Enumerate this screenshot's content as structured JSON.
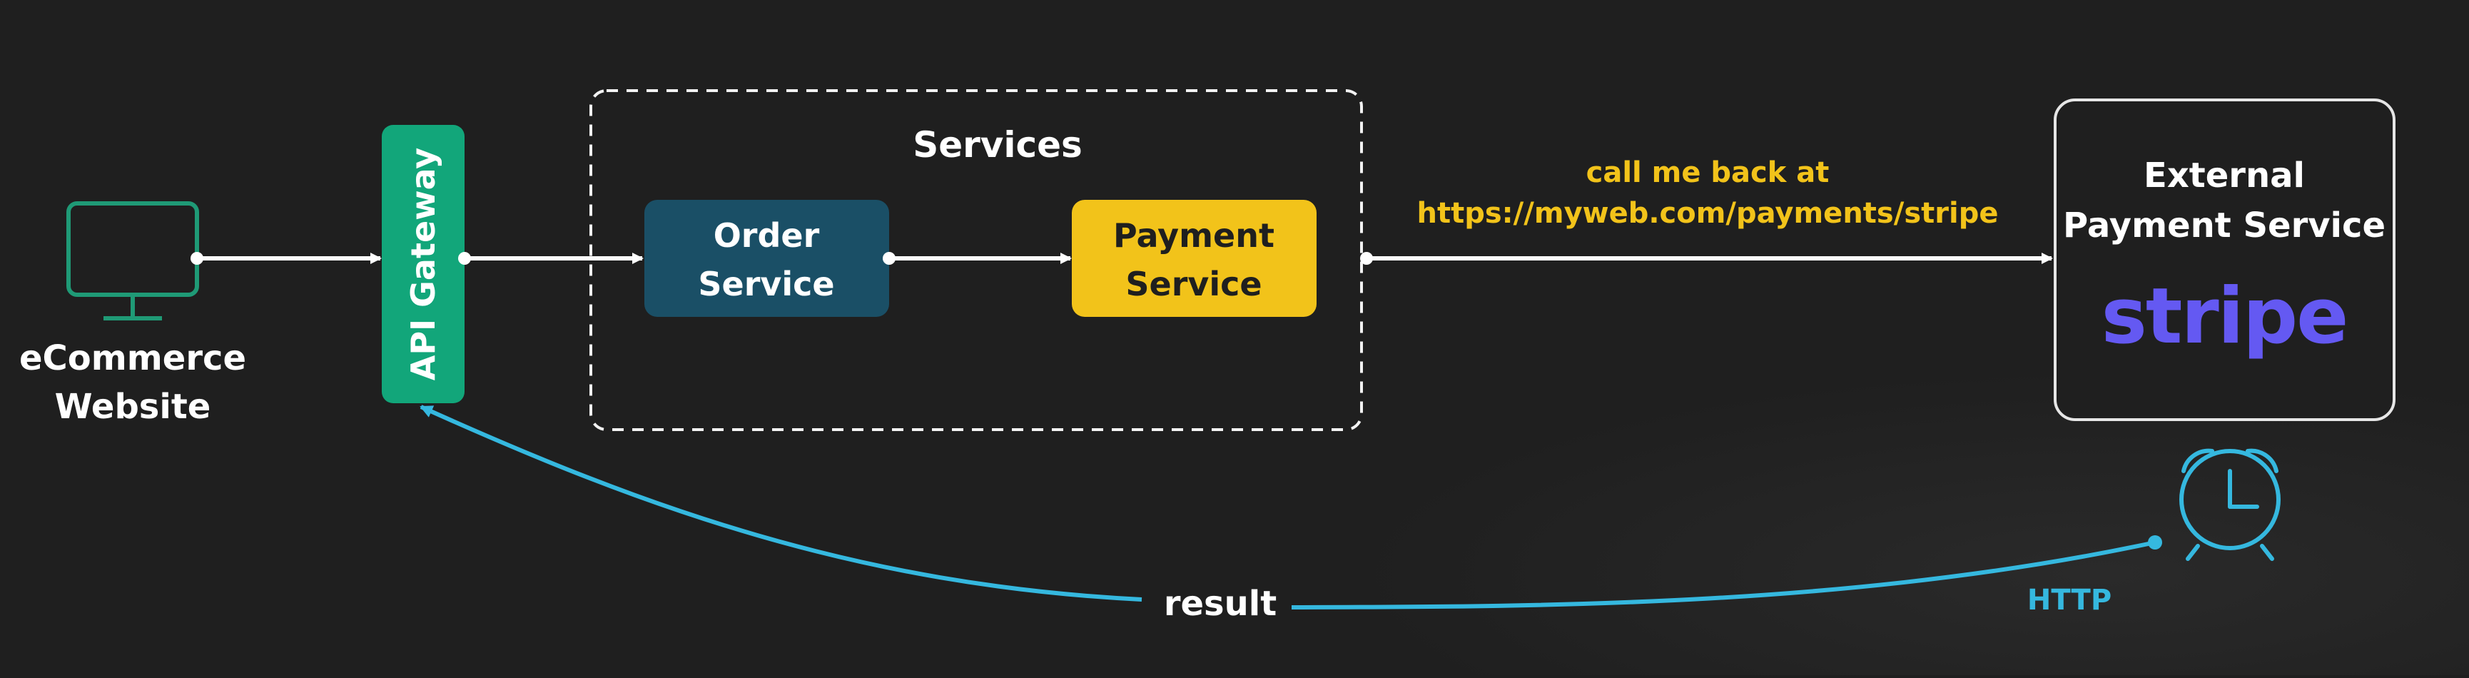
{
  "colors": {
    "background": "#1f1f1f",
    "white": "#ffffff",
    "gateway_fill": "#12a67a",
    "order_fill": "#1a4f66",
    "payment_fill": "#f2c31a",
    "callback_text": "#f2c31a",
    "http_color": "#35b8df",
    "stripe_purple": "#6459f2",
    "monitor_color": "#1f9a76",
    "clock_color": "#35b8df",
    "dashed_border": "#f2f2f2",
    "external_border": "#e6e6e6"
  },
  "icons": {
    "client": "monitor-icon",
    "timer": "alarm-clock-icon",
    "provider_logo": "stripe-logo"
  },
  "client": {
    "line1": "eCommerce",
    "line2": "Website"
  },
  "gateway": {
    "label": "API Gateway"
  },
  "services_group": {
    "title": "Services"
  },
  "order_service": {
    "line1": "Order",
    "line2": "Service"
  },
  "payment_service": {
    "line1": "Payment",
    "line2": "Service"
  },
  "callback": {
    "line1": "call me back at",
    "line2": "https://myweb.com/payments/stripe"
  },
  "external": {
    "line1": "External",
    "line2": "Payment Service",
    "logo": "stripe"
  },
  "result": {
    "label": "result"
  },
  "http": {
    "label": "HTTP"
  }
}
